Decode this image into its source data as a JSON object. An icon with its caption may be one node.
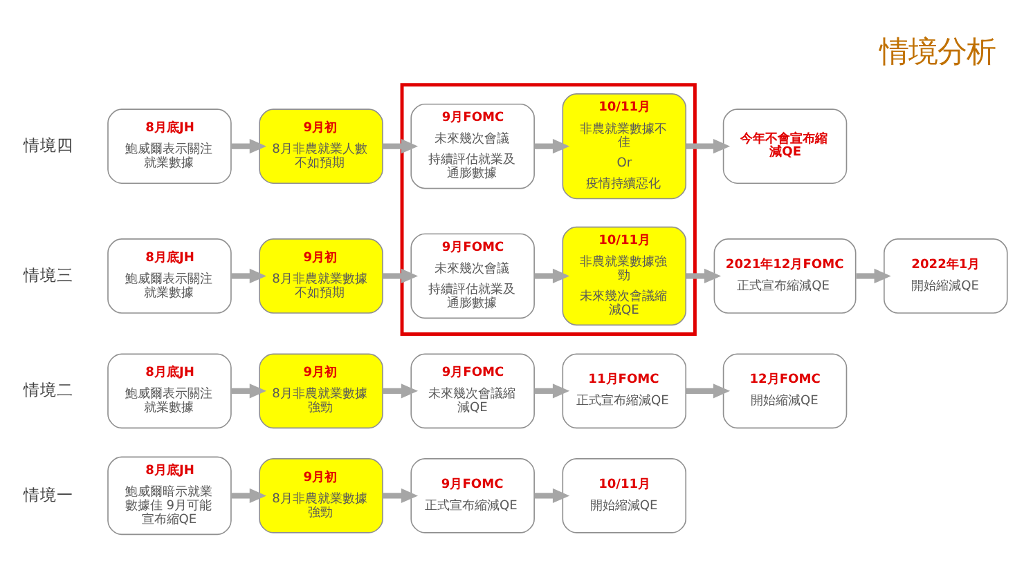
{
  "diagram": {
    "title": "情境分析",
    "nodes": [
      {
        "text": [
          "8月底JH",
          "鮑威爾暗示就業數據佳 9月可能宣布縮QE"
        ]
      },
      {
        "text": [
          "9月初",
          "8月非農就業數據強勁"
        ]
      },
      {
        "text": [
          "9月FOMC",
          "正式宣布縮減QE"
        ]
      },
      {
        "text": [
          "10/11月",
          "開始縮減QE"
        ]
      },
      {
        "text": [
          "8月底JH",
          "鮑威爾表示關注就業數據"
        ]
      },
      {
        "text": [
          "9月初",
          "8月非農就業數據強勁"
        ]
      },
      {
        "text": [
          "9月FOMC",
          "未來幾次會議縮減QE"
        ]
      },
      {
        "text": [
          "11月FOMC",
          "正式宣布縮減QE"
        ]
      },
      {
        "text": [
          "12月FOMC",
          "開始縮減QE"
        ]
      },
      {
        "text": [
          "8月底JH",
          "鮑威爾表示關注就業數據"
        ]
      },
      {
        "text": [
          "9月初",
          "8月非農就業數據不如預期"
        ]
      },
      {
        "text": [],
        "shape": "box"
      },
      {
        "text": [
          "9月FOMC",
          "未來幾次會議",
          "持續評估就業及通膨數據"
        ],
        "in": 11
      },
      {
        "text": [
          "10/11月",
          "非農就業數據強勁",
          "未來幾次會議縮減QE"
        ],
        "in": 11
      },
      {
        "text": [
          "2021年12月FOMC",
          "正式宣布縮減QE"
        ]
      },
      {
        "text": [
          "2022年1月",
          "開始縮減QE"
        ]
      },
      {
        "text": [
          "8月底JH",
          "鮑威爾表示關注就業數據"
        ]
      },
      {
        "text": [
          "9月初",
          "8月非農就業人數不如預期"
        ]
      },
      {
        "text": [
          "9月FOMC",
          "未來幾次會議",
          "持續評估就業及通膨數據"
        ],
        "in": 11
      },
      {
        "text": [
          "10/11月",
          "非農就業數據不佳",
          "Or",
          "疫情持續惡化"
        ],
        "in": 11
      },
      {
        "text": [
          "今年不會宣布縮減QE"
        ]
      }
    ],
    "edges": [
      {
        "from": 0,
        "to": 1,
        "arrow": "to"
      },
      {
        "from": 1,
        "to": 2,
        "arrow": "to"
      },
      {
        "from": 2,
        "to": 3,
        "arrow": "to"
      },
      {
        "from": 4,
        "to": 5,
        "arrow": "to"
      },
      {
        "from": 5,
        "to": 6,
        "arrow": "to"
      },
      {
        "from": 6,
        "to": 7,
        "arrow": "to"
      },
      {
        "from": 7,
        "to": 8,
        "arrow": "to"
      },
      {
        "from": 9,
        "to": 10,
        "arrow": "to"
      },
      {
        "from": 10,
        "to": 12,
        "arrow": "to"
      },
      {
        "from": 12,
        "to": 13,
        "arrow": "to"
      },
      {
        "from": 13,
        "to": 14,
        "arrow": "to"
      },
      {
        "from": 14,
        "to": 15,
        "arrow": "to"
      },
      {
        "from": 16,
        "to": 17,
        "arrow": "to"
      },
      {
        "from": 17,
        "to": 18,
        "arrow": "to"
      },
      {
        "from": 18,
        "to": 19,
        "arrow": "to"
      },
      {
        "from": 19,
        "to": 20,
        "arrow": "to"
      }
    ],
    "labels": [
      "情境一",
      "情境二",
      "情境三",
      "情境四"
    ]
  }
}
